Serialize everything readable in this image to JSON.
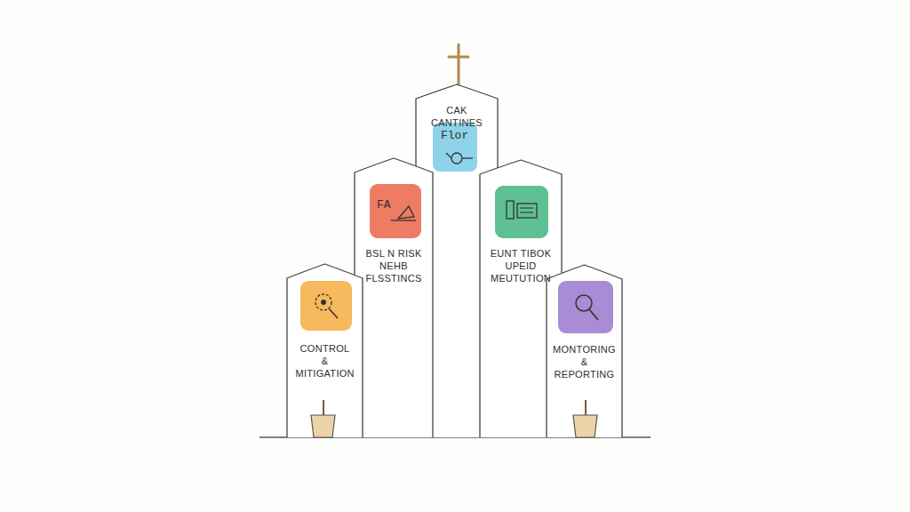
{
  "diagram": {
    "nodes": [
      {
        "text": [
          "CONTROL & MITIGATION"
        ]
      },
      {
        "text": [
          "BSL N RISK NEHB FLSSTINCS"
        ]
      },
      {
        "text": [
          "CAK CANTINES"
        ]
      },
      {
        "text": [
          "EUNT TIBOK UPEID MEUTUTION"
        ]
      },
      {
        "text": [
          "MONTORING & REPORTING"
        ]
      }
    ],
    "labels": [
      "Flor",
      "FA"
    ]
  }
}
